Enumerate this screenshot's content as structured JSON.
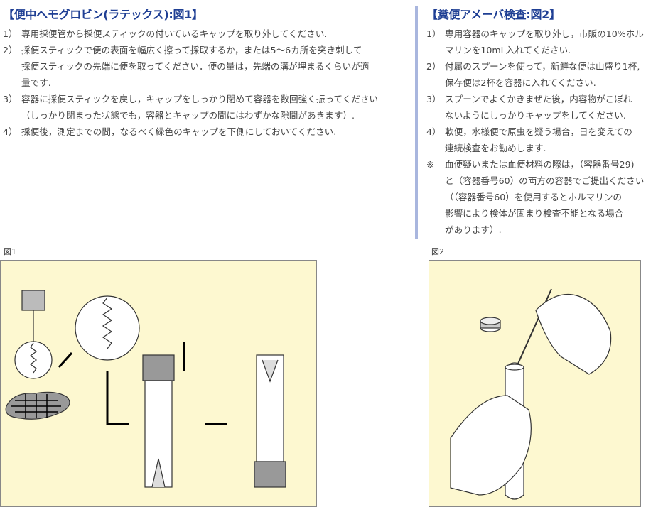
{
  "section1": {
    "title": "【便中ヘモグロビン(ラテックス):図1】",
    "items": [
      {
        "num": "1）",
        "lines": [
          "専用採便管から採便スティックの付いているキャップを取り外してください."
        ]
      },
      {
        "num": "2）",
        "lines": [
          "採便スティックで便の表面を幅広く擦って採取するか，または5～6カ所を突き刺して",
          "採便スティックの先端に便を取ってください．便の量は，先端の溝が埋まるくらいが適",
          "量です."
        ]
      },
      {
        "num": "3）",
        "lines": [
          "容器に採便スティックを戻し，キャップをしっかり閉めて容器を数回強く振ってください",
          "（しっかり閉まった状態でも，容器とキャップの間にはわずかな隙間があきます）."
        ]
      },
      {
        "num": "4）",
        "lines": [
          "採便後，測定までの間，なるべく緑色のキャップを下側にしておいてください."
        ]
      }
    ]
  },
  "section2": {
    "title": "【糞便アメーバ検査:図2】",
    "items": [
      {
        "num": "1）",
        "lines": [
          "専用容器のキャップを取り外し，市販の10%ホル",
          "マリンを10mL入れてください."
        ]
      },
      {
        "num": "2）",
        "lines": [
          "付属のスプーンを使って，新鮮な便は山盛り1杯,",
          "保存便は2杯を容器に入れてください."
        ]
      },
      {
        "num": "3）",
        "lines": [
          "スプーンでよくかきまぜた後，内容物がこぼれ",
          "ないようにしっかりキャップをしてください."
        ]
      },
      {
        "num": "4）",
        "lines": [
          "軟便，水様便で原虫を疑う場合，日を変えての",
          "連続検査をお勧めします."
        ]
      },
      {
        "num": "※",
        "lines": [
          "血便疑いまたは血便材料の際は，（容器番号29)",
          "と（容器番号60）の両方の容器でご提出ください",
          "（（容器番号60）を使用するとホルマリンの",
          "影響により検体が固まり検査不能となる場合",
          "があります）."
        ]
      }
    ]
  },
  "figure1": {
    "label": "図1"
  },
  "figure2": {
    "label": "図2"
  },
  "colors": {
    "title": "#1f3f94",
    "separator": "#a9b6de",
    "figure_bg": "#fdf8d0"
  }
}
